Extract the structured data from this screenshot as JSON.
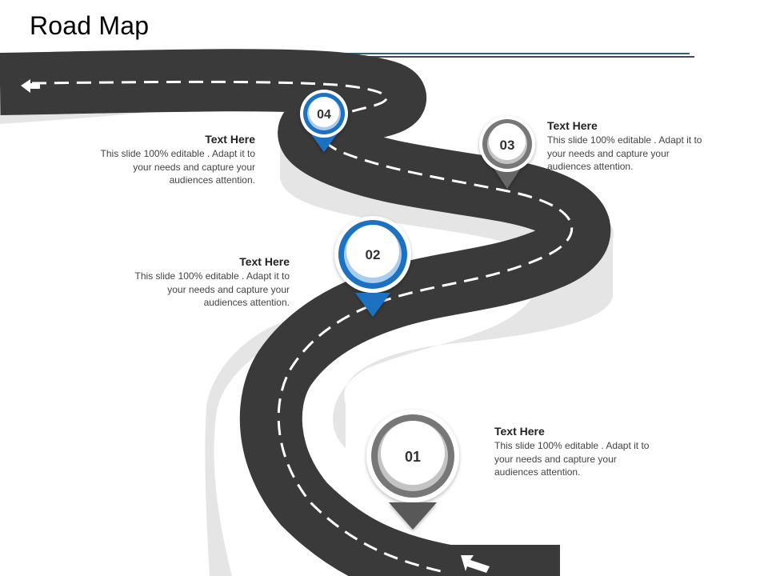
{
  "title": "Road Map",
  "colors": {
    "road": "#3a3a3a",
    "road_side": "#e5e5e5",
    "lane_marking": "#ffffff",
    "blue_pin": "#1b72c0",
    "blue_pin_light": "#a9cdee",
    "gray_pin": "#777777",
    "gray_pin_light": "#c4c4c4",
    "rule_top": "#2f6178",
    "rule_bottom": "#404d57"
  },
  "milestones": [
    {
      "number": "01",
      "pin_style": "gray",
      "heading": "Text Here",
      "body": [
        "This slide 100% editable . Adapt it to",
        "your needs and capture your",
        "audiences attention."
      ]
    },
    {
      "number": "02",
      "pin_style": "blue",
      "heading": "Text Here",
      "body": [
        "This slide 100% editable . Adapt it to",
        "your needs and capture your",
        "audiences attention."
      ]
    },
    {
      "number": "03",
      "pin_style": "gray",
      "heading": "Text Here",
      "body": [
        "This slide 100% editable . Adapt it to",
        "your needs and capture your",
        "audiences attention."
      ]
    },
    {
      "number": "04",
      "pin_style": "blue",
      "heading": "Text Here",
      "body": [
        "This slide 100% editable . Adapt it to",
        "your needs and capture your",
        "audiences attention."
      ]
    }
  ]
}
